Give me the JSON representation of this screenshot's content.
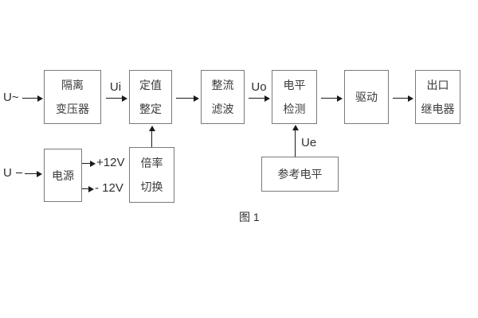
{
  "figure": {
    "caption": "图 1"
  },
  "colors": {
    "background": "#ffffff",
    "box_border": "#7a7a7a",
    "text": "#3a3a3a",
    "arrow": "#1a1a1a"
  },
  "blocks": {
    "isolation_transformer": {
      "line1": "隔离",
      "line2": "变压器"
    },
    "value_setting": {
      "line1": "定值",
      "line2": "整定"
    },
    "rectifier_filter": {
      "line1": "整流",
      "line2": "滤波"
    },
    "level_detection": {
      "line1": "电平",
      "line2": "检测"
    },
    "driver": {
      "line1": "驱动"
    },
    "output_relay": {
      "line1": "出口",
      "line2": "继电器"
    },
    "power_supply": {
      "line1": "电源"
    },
    "ratio_switch": {
      "line1": "倍率",
      "line2": "切换"
    },
    "reference_level": {
      "line1": "参考电平"
    }
  },
  "labels": {
    "ac_input": "U~",
    "dc_input": "U",
    "signal_ui": "Ui",
    "signal_uo": "Uo",
    "signal_ue": "Ue",
    "rail_pos": "+12V",
    "rail_neg": "- 12V"
  }
}
